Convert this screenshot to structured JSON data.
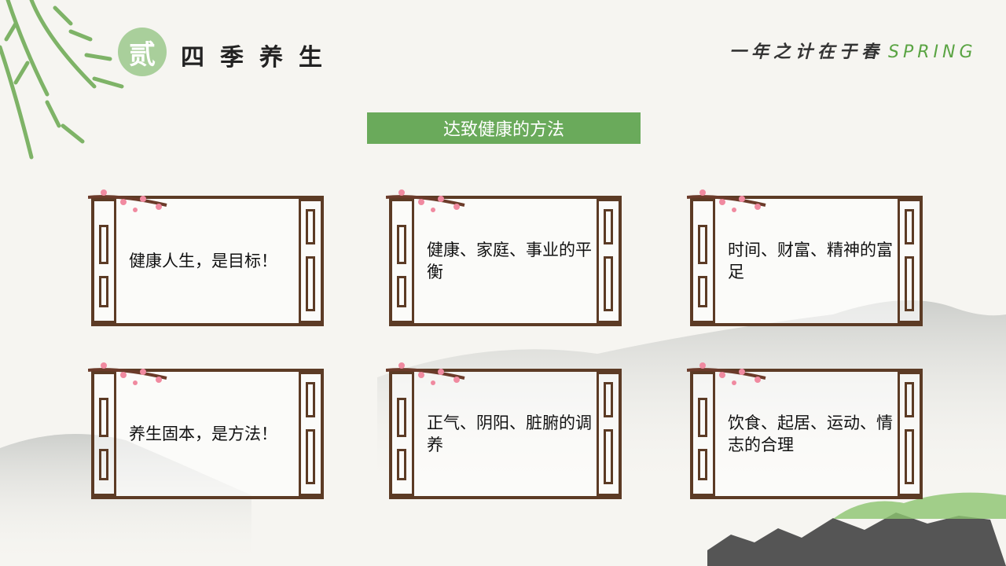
{
  "header": {
    "badge": "贰",
    "section_title": "四季养生",
    "slogan": "一年之计在于春",
    "slogan_en": "SPRING"
  },
  "heading": "达致健康的方法",
  "cards": [
    {
      "text": "健康人生，是目标！"
    },
    {
      "text": "健康、家庭、事业的平衡"
    },
    {
      "text": "时间、财富、精神的富足"
    },
    {
      "text": "养生固本，是方法！"
    },
    {
      "text": "正气、阴阳、脏腑的调养"
    },
    {
      "text": "饮食、起居、运动、情志的合理"
    }
  ],
  "colors": {
    "accent": "#6aaa5b",
    "frame": "#5c3b25",
    "blossom": "#f08aa0"
  }
}
